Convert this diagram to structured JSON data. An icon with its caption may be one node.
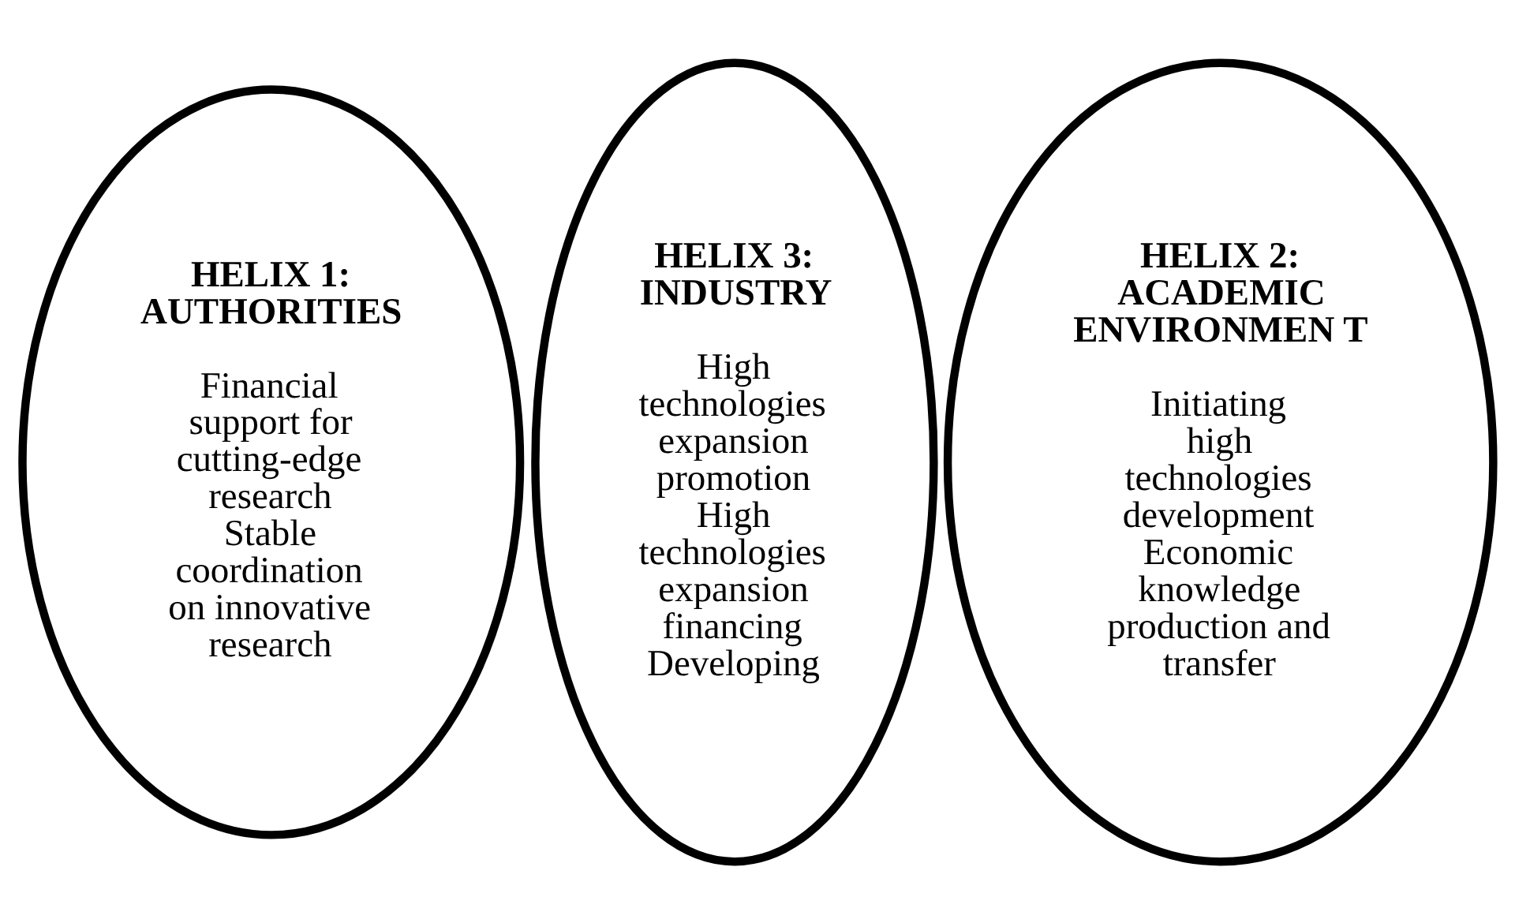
{
  "diagram": {
    "nodes": [
      {
        "text": [
          "HELIX 1: AUTHORITIES",
          "Financial support for cutting-edge research",
          "Stable coordination on innovative research"
        ]
      },
      {
        "text": [
          "HELIX 3: INDUSTRY",
          "High technologies expansion promotion",
          "High technologies expansion financing",
          "Developing"
        ]
      },
      {
        "text": [
          "HELIX 2: ACADEMIC ENVIRONMEN T",
          "Initiating high technologies development",
          "Economic knowledge production and transfer"
        ]
      }
    ],
    "edges": []
  }
}
